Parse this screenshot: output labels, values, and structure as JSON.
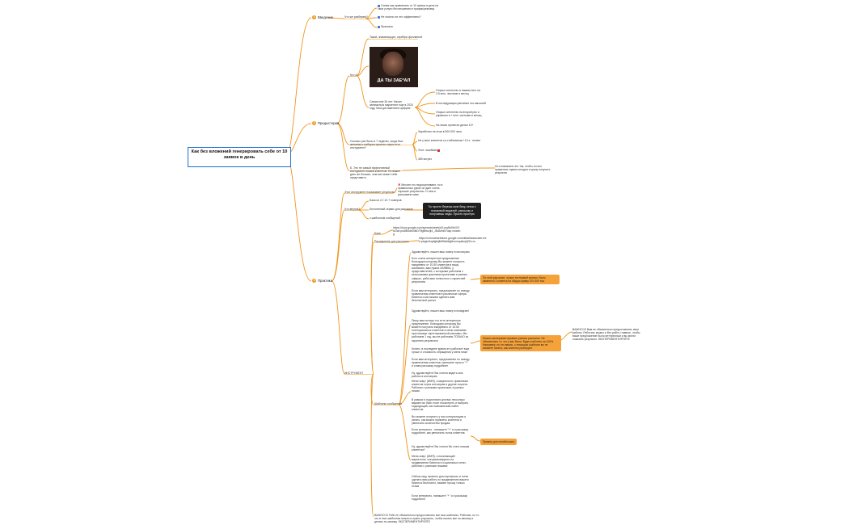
{
  "root_title": "Как без вложений генерировать себе от 10 заявок в день",
  "branches": {
    "intro": {
      "num": "1",
      "label": "Введение",
      "sub": "Что же разберем?",
      "items": [
        "Схема как привлекать от 10 заявок в день на свои услуги без вложения в трафик/рекламу",
        "Не опасно ли это эффективно?",
        "Практика"
      ]
    },
    "prehistory": {
      "num": "2",
      "label": "Предыстория",
      "who": "Кто я?",
      "who_intro": "Такой, знаменицкую, серёбра фоллапып!",
      "meme_caption": "ДА ТЫ ЗАЕ*АЛ",
      "who_text": "Самая мне 26 лет. Начал заниматься маркетинг еще в 2020 году. Мои достижения в цифрах:",
      "achievements": [
        "Открыл агентство в нашем него на 2,5 млн. чистыми в месяц",
        "В последующем увеличил его масштаб",
        "Открыл агентство на второй рек и управлял в + млн. чистыми в месяц",
        "На своих проектах делал 10+"
      ],
      "q_text": "Сколько раз было в 7 неделях, когда был желание и набирал проекты через этот инструмент?",
      "results": [
        "Заработал на этом в 500.000 чека",
        "Не у всех клиентов со стабильным +13 к - ничем",
        "Этот: ошибкам",
        "369 встреч"
      ],
      "bottom_text": "Б. Это не самый эффективный инструмент поиска клиентов. Но важен дать же больше, чем все может себе представить.",
      "bottom_result": "Но я возможно это так, чтобы ты мог применить прямо сегодня и сразу получить результат"
    },
    "practice": {
      "num": "3",
      "label": "Практика",
      "tool_label": "Этот инструмент показывает результат:",
      "tool_note": "Многие его недооценивают, но в правильных руках он дает очень хорошие результаты. О нем и расскажем ниже",
      "need_label": "Что внутри?",
      "needs": [
        "База из 4,7,10.7 номеров",
        "Бесплатный сервис для рассылок",
        "с шаблоном сообщений"
      ],
      "dark_box": "Ты просто берешь мою базу, сетка с поисковой выдачей, рассылку и получаешь лиды. Просто простую",
      "base_label": "База",
      "base_link": "https://docs.google.com/spreadsheets/d/1cuy8b0bXXXAGwf-pul8B4de2dbDTflg5htuxjl4_J5d3/edit?usp=sharing",
      "ext_label": "Расширение для рассылок",
      "ext_link": "https://chromewebstore.google.com/detail/wasender-free-plugin/kqnfglbjlkfifhbfdkjjbhcnmpaknjdj?hl=ru",
      "tpl_label": "Шаблоны сообщений",
      "tool_root": "ИНСТРУМЕНТ",
      "tpl1": [
        "Здравствуйте, нашел ваш номер в инстаграм",
        "Есть очень интересное предложение. Благодаря которому Вы можете получить ежедневно от 10-50 клиентов в вашу компанию, вам нужна ЗАЯВКА, у представителей, с которыми работаем с несколькими крупными проектами в разных сферах, работаем полностью с гарантией результата",
        "Если вам интересно, предложение по поводу привлечения клиентов в различные сферы бизнеса и мы можем сделать вам бесплатный расчет"
      ],
      "tpl2": [
        "Здравствуйте, нашел ваш номер в instagram!",
        "Пишу вам потому что есть интересное предложение. Благодаря которому Вы можете получать ежедневно от 10-50 потенциальных клиентов в свою компанию при помощи таргетированной рекламы. Мы работаем 1 год, мы не работаем ТОЛЬКО за гарантию результата",
        "Кстати, в последнее время это работает еще лучше и стоимость обращения у меня ниже",
        "Если вам интересно, предложение по поводу привлечения клиентов, напишите просто \"+\" и я вам расскажу подробнее"
      ],
      "tpl3": [
        "Ну, здравствуйте! Вы хотели видеть мои работы в инстаграм",
        "Меня зовут (ИМЯ), я маркетолог, привлекаю клиентов через инстаграм и другие соцсети. Работаю с разными проектами, в разных нишах",
        "В рамках я подготовил для вас несколько вариантов. Вам стоит посмотреть и выбрать подходящий, мы поможем вам найти клиентов",
        "Вы можете получить у нас консультацию и узнать, как можно привлечь клиентов и увеличить количество продаж",
        "Если интересно - напишите \"+\" и я расскажу подробнее, как увеличить поток клиентов"
      ],
      "tpl4": [
        "Ну, здравствуйте! Вы хотели бы стать нашим клиентом?",
        "Меня зовут (ИМЯ), я начинающий маркетолог, специализируюсь на продвижении бизнеса в социальных сетях, работаю с разными нишами",
        "Сейчас ищу проекты для портфолио и готов сделать вам работу по продвижению вашего бизнеса бесплатно, взамен прошу только отзыв",
        "Если интересно, напишите \"+\" и я расскажу подробнее"
      ],
      "note1": "По этой рассылке, лучше не первый контакт, было замечено 3 клиента на общую сумму 370.000 тыс.",
      "note2": "Можно экспериментировать разные рассылки. Не обязательно то, что у вас была. Будет работать на 100%. Например, но это важно, с помощью шаблона вы не сможете понять, как клиенты реагируют",
      "note3": "Пример для онлайн школ",
      "note4": "ВАЖНО! В Вам не обязательно предоставлять свои работы. Работать можно и без работ, главное, чтобы ваше предложение было интересным и вы могли показать результат. ЭКСПЕРИМЕНТИРУЙТЕ",
      "footer": "ВАЖНО! В Тебе не обязательно предоставлять все мои шаблоны. Работаю, но то что в этих шаблонах можно и нужно улучшить, чтобы писать все по-своему и делать по-своему. ЭКСПЕРИМЕНТИРУЙТЕ"
    }
  }
}
